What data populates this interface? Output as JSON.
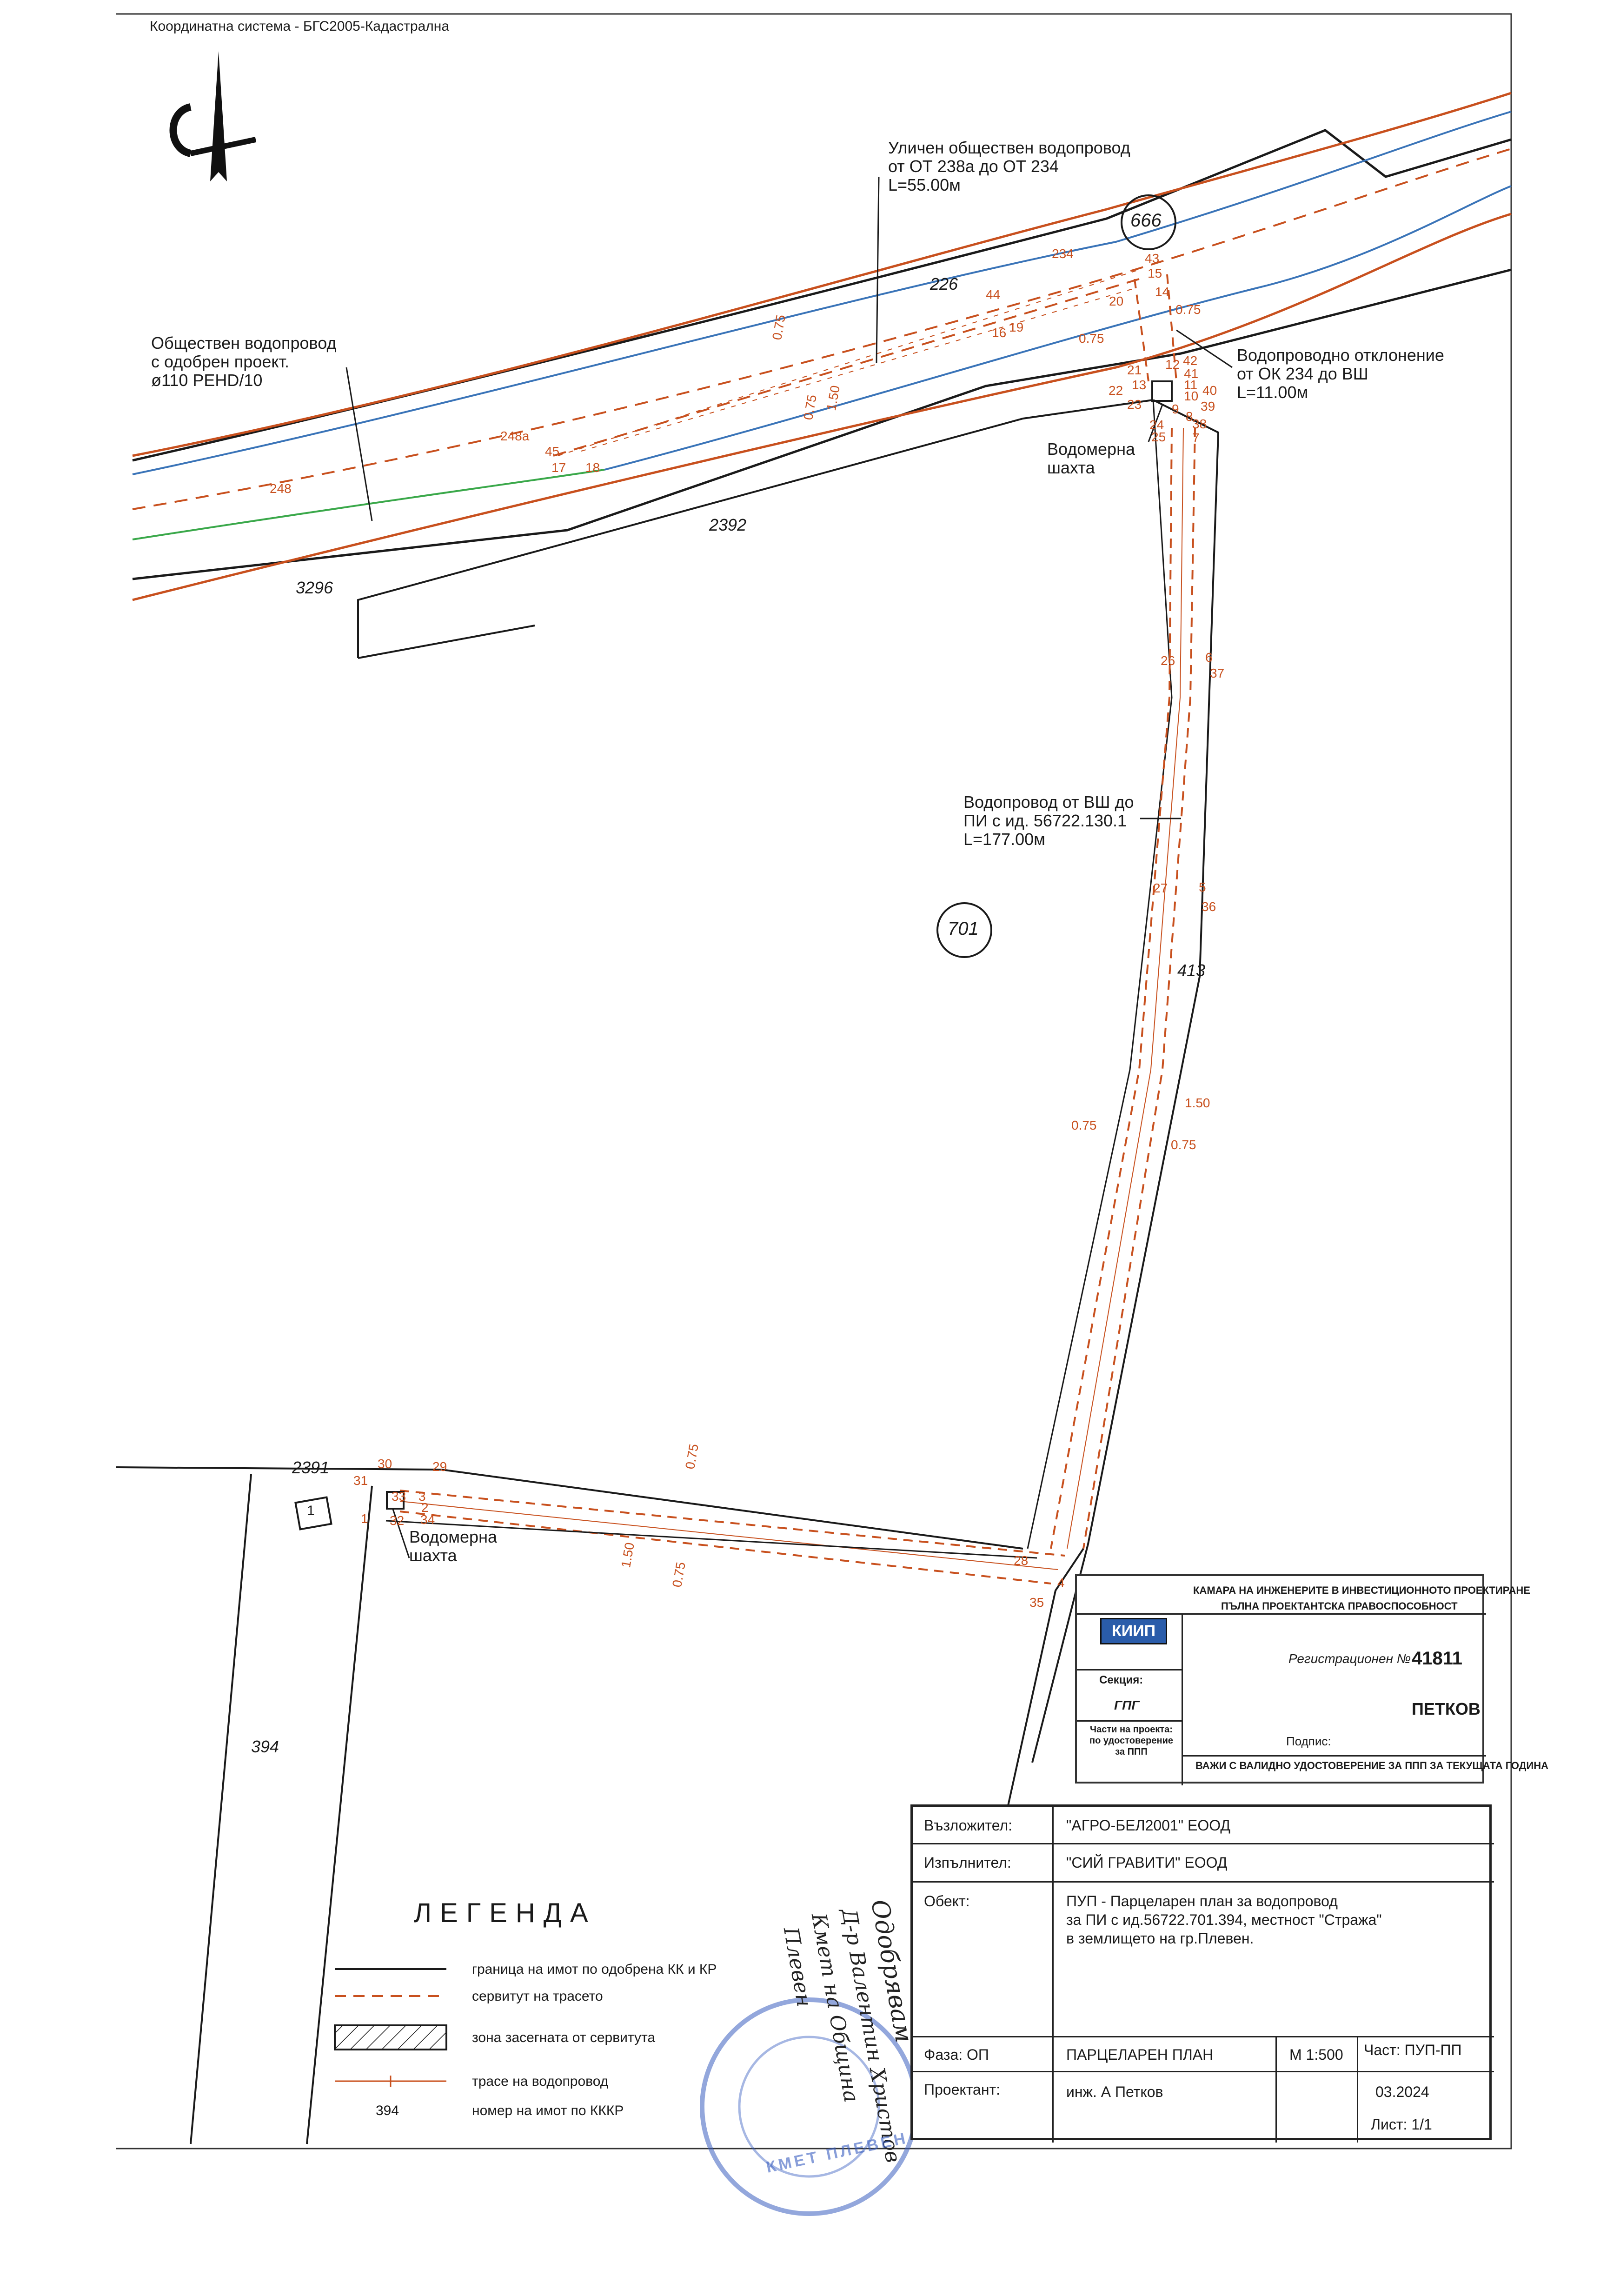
{
  "header": {
    "coordinate_system": "Координатна система - БГС2005-Кадастрална"
  },
  "map": {
    "parcels": [
      "666",
      "701"
    ],
    "property_numbers": [
      "226",
      "2392",
      "3296",
      "413",
      "2391",
      "394"
    ],
    "building_number": "1",
    "callouts": {
      "street_pipe": [
        "Уличен обществен водопровод",
        "от ОТ 238а до ОТ 234",
        "L=55.00м"
      ],
      "public_pipe": [
        "Обществен водопровод",
        "с одобрен проект.",
        "ø110 PEHD/10"
      ],
      "deviation": [
        "Водопроводно отклонение",
        "от ОК 234 до ВШ",
        "L=11.00м"
      ],
      "meter_shaft_top": [
        "Водомерна",
        "шахта"
      ],
      "main_pipe": [
        "Водопровод от ВШ до",
        "ПИ с ид. 56722.130.1",
        "L=177.00м"
      ],
      "meter_shaft_bottom": [
        "Водомерна",
        "шахта"
      ]
    },
    "point_labels": {
      "p234": "234",
      "p43": "43",
      "p15": "15",
      "p20": "20",
      "p14": "14",
      "p44": "44",
      "p16": "16",
      "p19": "19",
      "p248a": "248а",
      "p45": "45",
      "p17": "17",
      "p18": "18",
      "p248": "248",
      "p21": "21",
      "p12": "12",
      "p42": "42",
      "p41": "41",
      "p13": "13",
      "p11": "11",
      "p22": "22",
      "p40": "40",
      "p10": "10",
      "p23": "23",
      "p39": "39",
      "p9": "9",
      "p8": "8",
      "p24": "24",
      "p38": "38",
      "p25": "25",
      "p7": "7",
      "p26": "26",
      "p6": "6",
      "p37": "37",
      "p27": "27",
      "p5": "5",
      "p36": "36",
      "p30": "30",
      "p29": "29",
      "p31": "31",
      "p33": "33",
      "p3": "3",
      "p2": "2",
      "p1": "1",
      "p32": "32",
      "p34": "34",
      "p28": "28",
      "p4": "4",
      "p35": "35"
    },
    "dimension_labels": {
      "d1": "0.75",
      "d2": "0.75",
      "d3": "1.50",
      "d4": "0.75",
      "d5": "0.75",
      "d6": "1.50",
      "d7": "0.75",
      "d8": "0.75",
      "d9": "0.75",
      "d10": "1.50",
      "d11": "0.75"
    }
  },
  "legend": {
    "title": "ЛЕГЕНДА",
    "items": [
      "граница на имот по одобрена КК и КР",
      "сервитут на трасето",
      "зона засегната от сервитута",
      "трасе на водопровод",
      "номер на имот по КККР"
    ],
    "sample_number": "394"
  },
  "stamp": {
    "org": "КАМАРА НА ИНЖЕНЕРИТЕ В ИНВЕСТИЦИОННОТО ПРОЕКТИРАНЕ",
    "capacity": "ПЪЛНА ПРОЕКТАНТСКА ПРАВОСПОСОБНОСТ",
    "reg_label": "Регистрационен №",
    "reg_no": "41811",
    "logo_text": "КИИП",
    "section_label": "Секция:",
    "section": "ГПГ",
    "parts_label": "Части на проекта: по удостоверение за ППП",
    "name": "ПЕТКОВ",
    "sign_label": "Подпис:",
    "validity": "ВАЖИ С ВАЛИДНО УДОСТОВЕРЕНИЕ ЗА ППП ЗА ТЕКУЩАТА ГОДИНА"
  },
  "titleblock": {
    "client_label": "Възложител:",
    "client": "\"АГРО-БЕЛ2001\" ЕООД",
    "contractor_label": "Изпълнител:",
    "contractor": "\"СИЙ ГРАВИТИ\" ЕООД",
    "object_label": "Обект:",
    "object": [
      "ПУП - Парцеларен план за водопровод",
      "за ПИ с ид.56722.701.394, местност \"Стража\"",
      "в землището на гр.Плевен."
    ],
    "phase_label": "Фаза: ОП",
    "plan": "ПАРЦЕЛАРЕН ПЛАН",
    "scale": "М 1:500",
    "part": "Част: ПУП-ПП",
    "designer_label": "Проектант:",
    "designer": "инж. А        Петков",
    "date": "03.2024",
    "sheet": "Лист: 1/1"
  },
  "approval": {
    "handwriting": [
      "Одобрявам",
      "Д-р Валентин Христов",
      "Кмет на Община",
      "Плевен"
    ],
    "seal_text": "КМЕТ ПЛЕВЕН"
  },
  "colors": {
    "boundary": "#1a1a1a",
    "servitude": "#c8501e",
    "pipe_blue": "#3a74b8",
    "pipe_green": "#3aa84a"
  }
}
